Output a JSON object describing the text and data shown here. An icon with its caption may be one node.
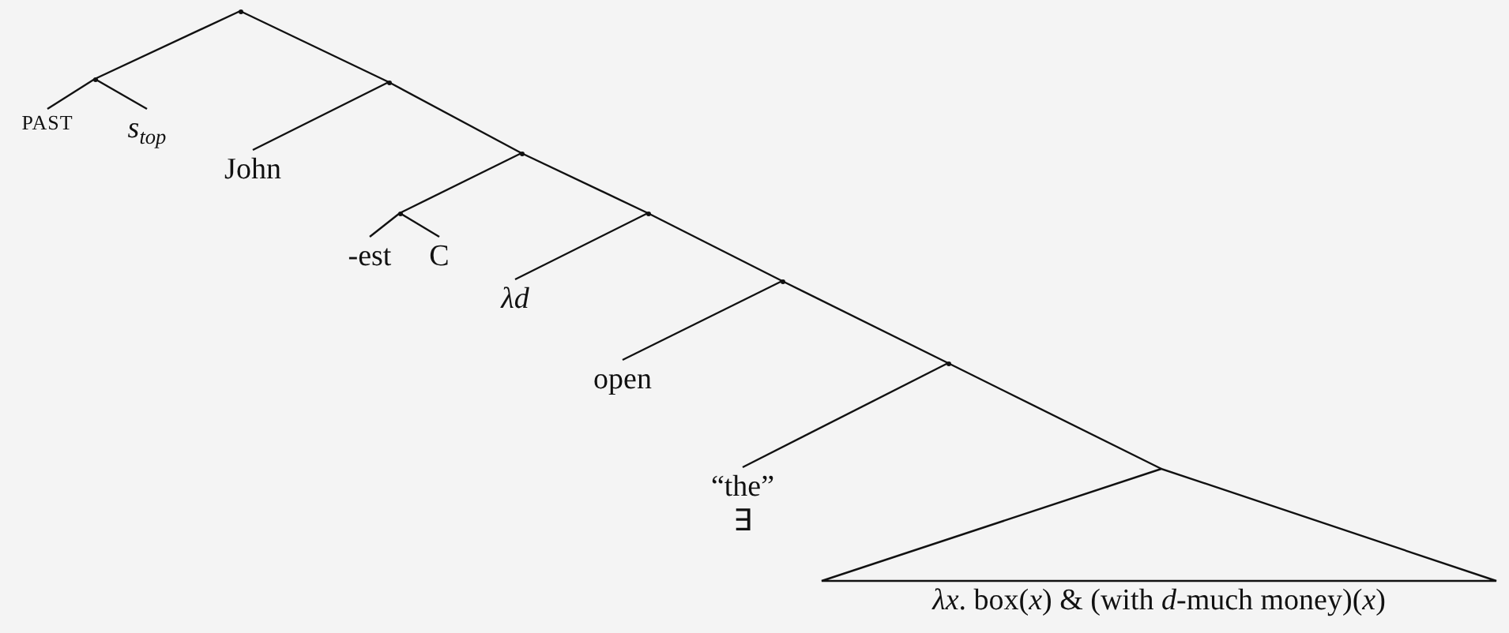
{
  "diagram": {
    "nodes": [
      {
        "text": [],
        "shape": "point"
      },
      {
        "text": [],
        "shape": "point"
      },
      {
        "text": [
          "PAST"
        ]
      },
      {
        "text": [
          "s$_{top}$"
        ]
      },
      {
        "text": [],
        "shape": "point"
      },
      {
        "text": [
          "John"
        ]
      },
      {
        "text": [],
        "shape": "point"
      },
      {
        "text": [],
        "shape": "point"
      },
      {
        "text": [
          "-est"
        ]
      },
      {
        "text": [
          "C"
        ]
      },
      {
        "text": [],
        "shape": "point"
      },
      {
        "text": [
          "λd"
        ]
      },
      {
        "text": [],
        "shape": "point"
      },
      {
        "text": [
          "open"
        ]
      },
      {
        "text": [],
        "shape": "point"
      },
      {
        "text": [
          "“the”",
          "∃"
        ]
      },
      {
        "text": [
          "*λx*. box(*x*) & (with *d*-much money)(*x*)"
        ]
      }
    ],
    "edges": [
      {
        "from": 0,
        "to": 1,
        "arrow": "none"
      },
      {
        "from": 1,
        "to": 2,
        "arrow": "none"
      },
      {
        "from": 1,
        "to": 3,
        "arrow": "none"
      },
      {
        "from": 0,
        "to": 4,
        "arrow": "none"
      },
      {
        "from": 4,
        "to": 5,
        "arrow": "none"
      },
      {
        "from": 4,
        "to": 6,
        "arrow": "none"
      },
      {
        "from": 6,
        "to": 7,
        "arrow": "none"
      },
      {
        "from": 7,
        "to": 8,
        "arrow": "none"
      },
      {
        "from": 7,
        "to": 9,
        "arrow": "none"
      },
      {
        "from": 6,
        "to": 10,
        "arrow": "none"
      },
      {
        "from": 10,
        "to": 11,
        "arrow": "none"
      },
      {
        "from": 10,
        "to": 12,
        "arrow": "none"
      },
      {
        "from": 12,
        "to": 13,
        "arrow": "none"
      },
      {
        "from": 12,
        "to": 14,
        "arrow": "none"
      },
      {
        "from": 14,
        "to": 15,
        "arrow": "none"
      },
      {
        "from": 14,
        "to": 16,
        "arrow": "none"
      }
    ]
  }
}
